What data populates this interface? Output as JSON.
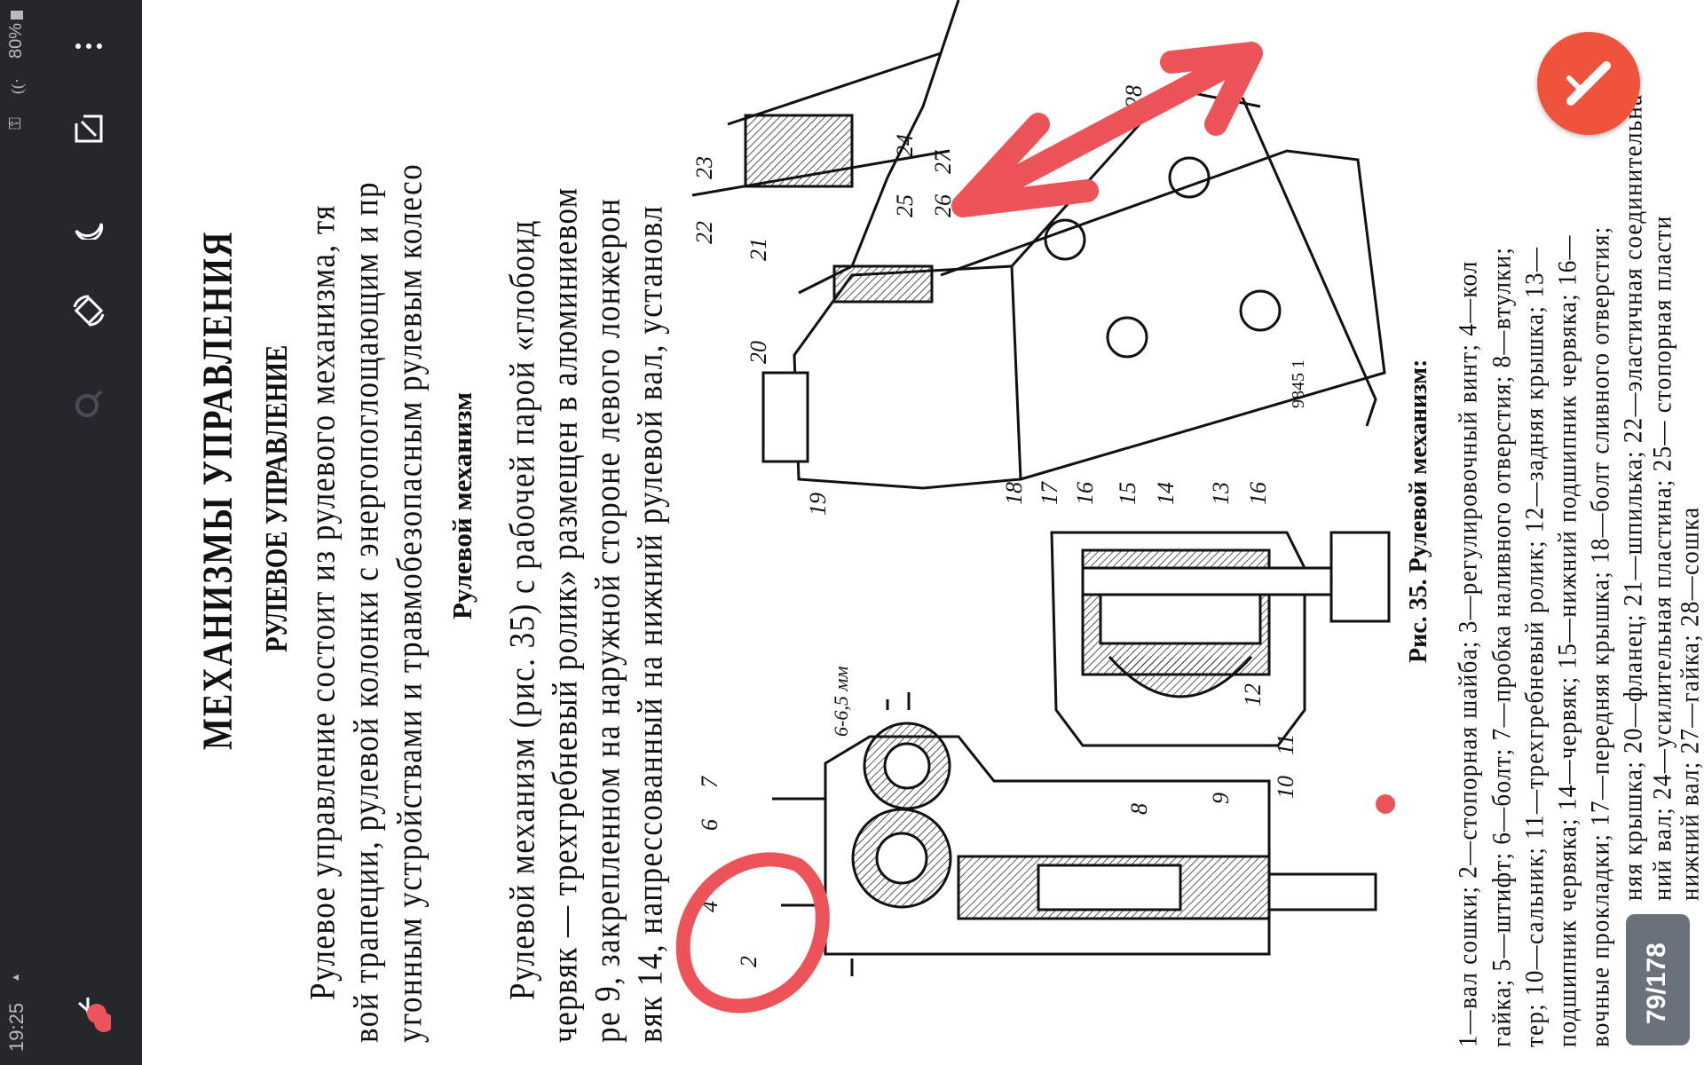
{
  "status_bar": {
    "battery": "80%",
    "time": "19:25"
  },
  "toolbar": {
    "icons": [
      "more-icon",
      "fullscreen-icon",
      "night-mode-icon",
      "rotate-icon",
      "search-icon",
      "annotate-icon"
    ]
  },
  "document": {
    "title": "МЕХАНИЗМЫ УПРАВЛЕНИЯ",
    "subtitle": "РУЛЕВОЕ УПРАВЛЕНИЕ",
    "para1": [
      "Рулевое управление состоит из рулевого механизма, тя",
      "вой трапеции, рулевой колонки с энергопоглощающим и пр",
      "угонным устройствами и травмобезопасным рулевым колесо"
    ],
    "section_heading": "Рулевой механизм",
    "para2": [
      "Рулевой механизм (рис. 35) с рабочей парой «глобоид",
      "червяк — трехгребневый ролик» размещен в алюминиевом",
      "ре 9, закрепленном на наружной стороне левого лонжерон",
      "вяк 14, напрессованный  на нижний рулевой вал, установл"
    ],
    "figure": {
      "caption_title": "Рис. 35. Рулевой механизм:",
      "caption_lines": [
        "1—вал сошки; 2—стопорная шайба; 3—регулировочный винт; 4—кол",
        "гайка; 5—штифт; 6—болт; 7—пробка наливного отверстия; 8—втулки;",
        "тер; 10—сальник; 11—трехгребневый ролик; 12—задняя крышка; 13—",
        "подшипник червяка; 14—червяк; 15—нижний подшипник червяка; 16—",
        "вочные прокладки; 17—передняя крышка; 18—болт сливного отверстия;",
        "няя крышка; 20—фланец; 21—шпилька; 22—эластичная соединительна",
        "ний вал; 24—усилительная пластина;   25— стопорная пласти",
        "нижний вал; 27—гайка; 28—сошка"
      ],
      "labels": [
        "2",
        "4",
        "6",
        "7",
        "6-6,5 мм",
        "8",
        "9",
        "10",
        "11",
        "12",
        "13",
        "14",
        "15",
        "16",
        "17",
        "18",
        "16",
        "19",
        "20",
        "21",
        "22",
        "23",
        "24",
        "25",
        "26",
        "27",
        "28",
        "9845 1"
      ]
    }
  },
  "page_indicator": "79/178",
  "colors": {
    "sidebar": "#26272d",
    "annotation": "#ec5459",
    "fab": "#f0533b"
  }
}
